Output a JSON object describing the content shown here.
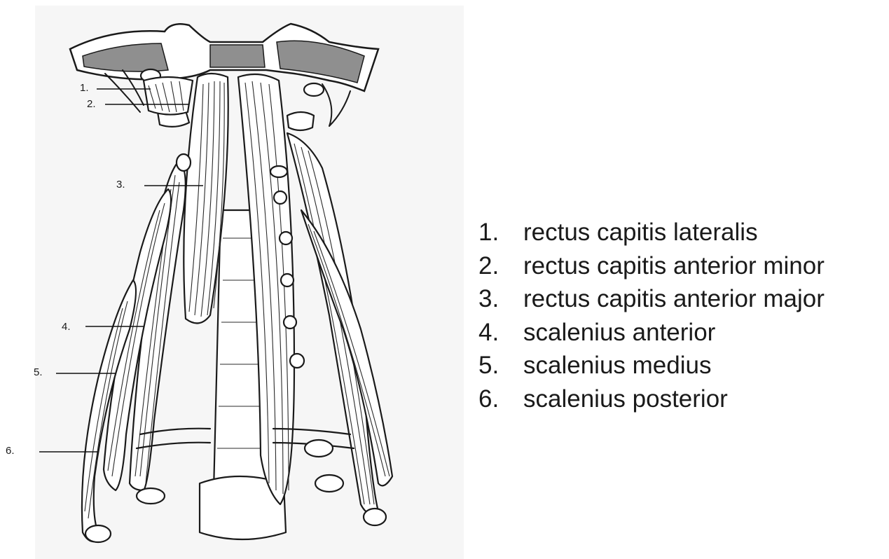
{
  "figure": {
    "callouts": [
      "1.",
      "2.",
      "3.",
      "4.",
      "5.",
      "6."
    ]
  },
  "legend": {
    "items": [
      {
        "num": "1.",
        "text": "rectus capitis lateralis"
      },
      {
        "num": "2.",
        "text": "rectus capitis anterior minor"
      },
      {
        "num": "3.",
        "text": "rectus capitis anterior major"
      },
      {
        "num": "4.",
        "text": "scalenius anterior"
      },
      {
        "num": "5.",
        "text": "scalenius medius"
      },
      {
        "num": "6.",
        "text": "scalenius posterior"
      }
    ]
  }
}
